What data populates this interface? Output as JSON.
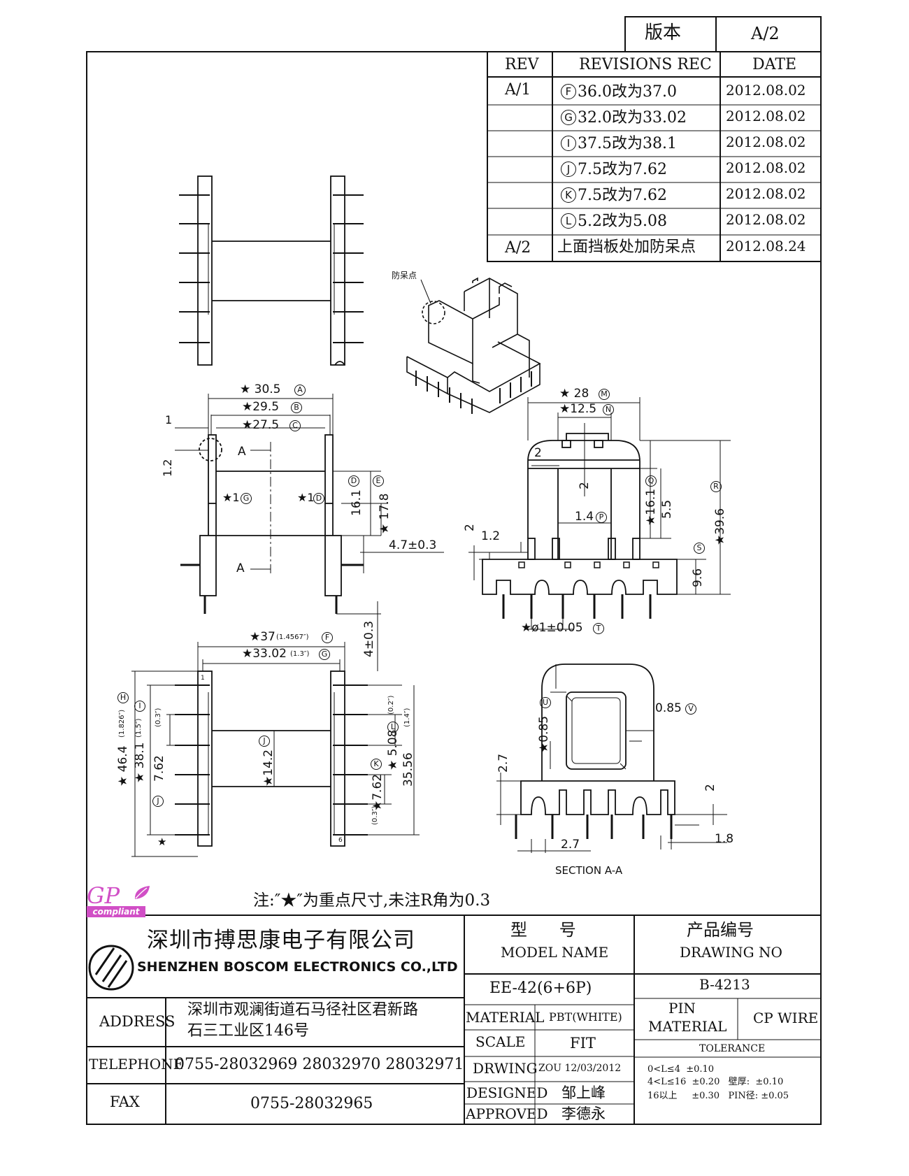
{
  "version_box": {
    "label": "版本",
    "value": "A/2"
  },
  "revisions": {
    "headers": {
      "rev": "REV",
      "rec": "REVISIONS REC",
      "date": "DATE"
    },
    "rows": [
      {
        "rev": "A/1",
        "mark": "F",
        "text": "36.0改为37.0",
        "date": "2012.08.02"
      },
      {
        "rev": "",
        "mark": "G",
        "text": "32.0改为33.02",
        "date": "2012.08.02"
      },
      {
        "rev": "",
        "mark": "I",
        "text": "37.5改为38.1",
        "date": "2012.08.02"
      },
      {
        "rev": "",
        "mark": "J",
        "text": "7.5改为7.62",
        "date": "2012.08.02"
      },
      {
        "rev": "",
        "mark": "K",
        "text": "7.5改为7.62",
        "date": "2012.08.02"
      },
      {
        "rev": "",
        "mark": "L",
        "text": "5.2改为5.08",
        "date": "2012.08.02"
      },
      {
        "rev": "A/2",
        "mark": "",
        "text": "上面挡板处加防呆点",
        "date": "2012.08.24"
      }
    ]
  },
  "drawing": {
    "iso_label": "防呆点",
    "front": {
      "dim_a": "★ 30.5",
      "mark_a": "A",
      "dim_b": "★29.5",
      "mark_b": "B",
      "dim_c": "★27.5",
      "mark_c": "C",
      "dim_1": "1",
      "dim_12": "1.2",
      "section_a_top": "A",
      "section_a_bottom": "A",
      "dim_g": "★1",
      "mark_g": "G",
      "dim_d": "★1",
      "mark_d": "D",
      "dim_161": "16.1",
      "mark_161": "D",
      "dim_178": "★ 17.8",
      "mark_178": "E",
      "dim_47": "4.7±0.3"
    },
    "side": {
      "dim_28": "★ 28",
      "mark_28": "M",
      "dim_125": "★12.5",
      "mark_125": "N",
      "dim_2a": "2",
      "dim_2b": "2",
      "dim_2c": "2",
      "dim_14": "1.4",
      "mark_14": "P",
      "dim_161": "★16.1",
      "mark_161": "Q",
      "dim_55": "5.5",
      "dim_396": "★39.6",
      "mark_396": "R",
      "mark_s": "S",
      "dim_12": "1.2",
      "dim_96": "9.6",
      "dim_pin": "★ø1±0.05",
      "mark_pin": "T"
    },
    "bottom": {
      "dim_37": "★37",
      "dim_37_in": "(1.4567″)",
      "mark_37": "F",
      "dim_3302": "★33.02",
      "dim_3302_in": "(1.3″)",
      "mark_3302": "G",
      "dim_4": "4±0.3",
      "dim_464": "★ 46.4",
      "dim_464_in": "(1.826″)",
      "mark_464": "H",
      "dim_381": "★ 38.1",
      "dim_381_in": "(1.5″)",
      "mark_381": "I",
      "dim_762": "7.62",
      "dim_762_in": "(0.3″)",
      "mark_762": "J",
      "dim_142": "★14.2",
      "mark_142": "J",
      "dim_508": "★ 5.08",
      "dim_508_in": "(0.2″)",
      "mark_508": "L",
      "dim_762r": "★7.62",
      "dim_762r_in": "(0.3″)",
      "mark_762r": "K",
      "dim_3556": "35.56",
      "dim_3556_in": "(1.4″)",
      "pin1": "1",
      "pin6": "6",
      "star": "★"
    },
    "section": {
      "dim_085a": "★0.85",
      "mark_085a": "U",
      "dim_085b": "0.85",
      "mark_085b": "V",
      "dim_27a": "2.7",
      "dim_27b": "2.7",
      "dim_2": "2",
      "dim_18": "1.8",
      "caption": "SECTION A-A"
    }
  },
  "note": "注:″★″为重点尺寸,未注R角为0.3",
  "gp_logo": {
    "letters": "GP",
    "compliant": "compliant"
  },
  "company": {
    "name_cn": "深圳市搏思康电子有限公司",
    "name_en": "SHENZHEN BOSCOM ELECTRONICS CO.,LTD",
    "address_label": "ADDRESS",
    "address_line1": "深圳市观澜街道石马径社区君新路",
    "address_line2": "石三工业区146号",
    "telephone_label": "TELEPHONE",
    "telephone": "0755-28032969 28032970 28032971",
    "fax_label": "FAX",
    "fax": "0755-28032965"
  },
  "title_block": {
    "model_label_cn": "型      号",
    "model_label_en": "MODEL NAME",
    "model": "EE-42(6+6P)",
    "drawing_label_cn": "产品编号",
    "drawing_label_en": "DRAWING NO",
    "drawing_no": "B-4213",
    "material_label": "MATERIAL",
    "material": "PBT(WHITE)",
    "scale_label": "SCALE",
    "scale": "FIT",
    "drwing_label": "DRWING",
    "drwing": "ZOU 12/03/2012",
    "designed_label": "DESIGNED",
    "designed": "邹上峰",
    "approved_label": "APPROVED",
    "approved": "李德永",
    "pin_material_label1": "PIN",
    "pin_material_label2": "MATERIAL",
    "pin_material": "CP WIRE",
    "tolerance_label": "TOLERANCE",
    "tol1": "0<L≤4  ±0.10",
    "tol2": "4<L≤16  ±0.20   壁厚:  ±0.10",
    "tol3": "16以上     ±0.30   PIN径: ±0.05"
  }
}
